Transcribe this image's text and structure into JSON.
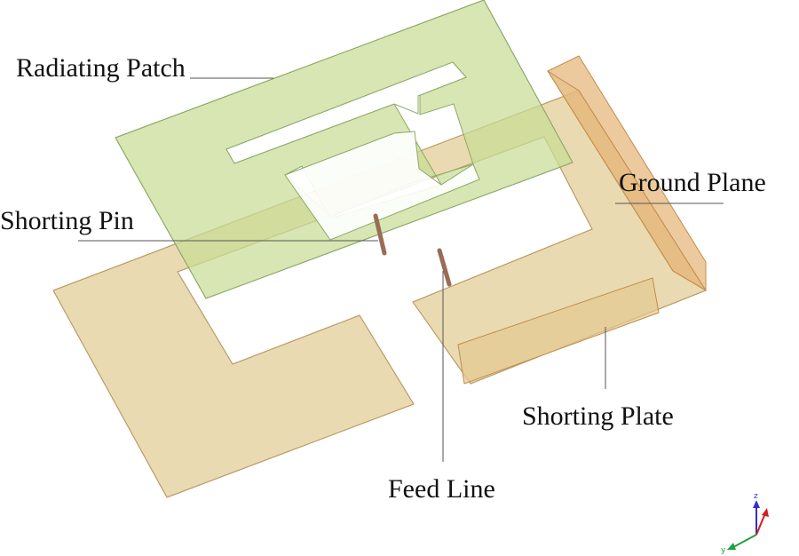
{
  "labels": {
    "radiating_patch": "Radiating Patch",
    "ground_plane": "Ground Plane",
    "shorting_pin": "Shorting Pin",
    "shorting_plate": "Shorting Plate",
    "feed_line": "Feed Line"
  },
  "axes": {
    "z": "z",
    "y": "y"
  },
  "colors": {
    "ground_fill": "#e6d3a3",
    "ground_stroke": "#b89c6a",
    "ground_side": "#e5b87d",
    "ground_side_stroke": "#c28c48",
    "plate_fill": "#e2c98e",
    "patch_fill": "#c8dc96",
    "patch_stroke": "#8da866",
    "pin": "#9a6b55",
    "axis_z": "#3030c8",
    "axis_y": "#20a040",
    "axis_x": "#d02020"
  }
}
